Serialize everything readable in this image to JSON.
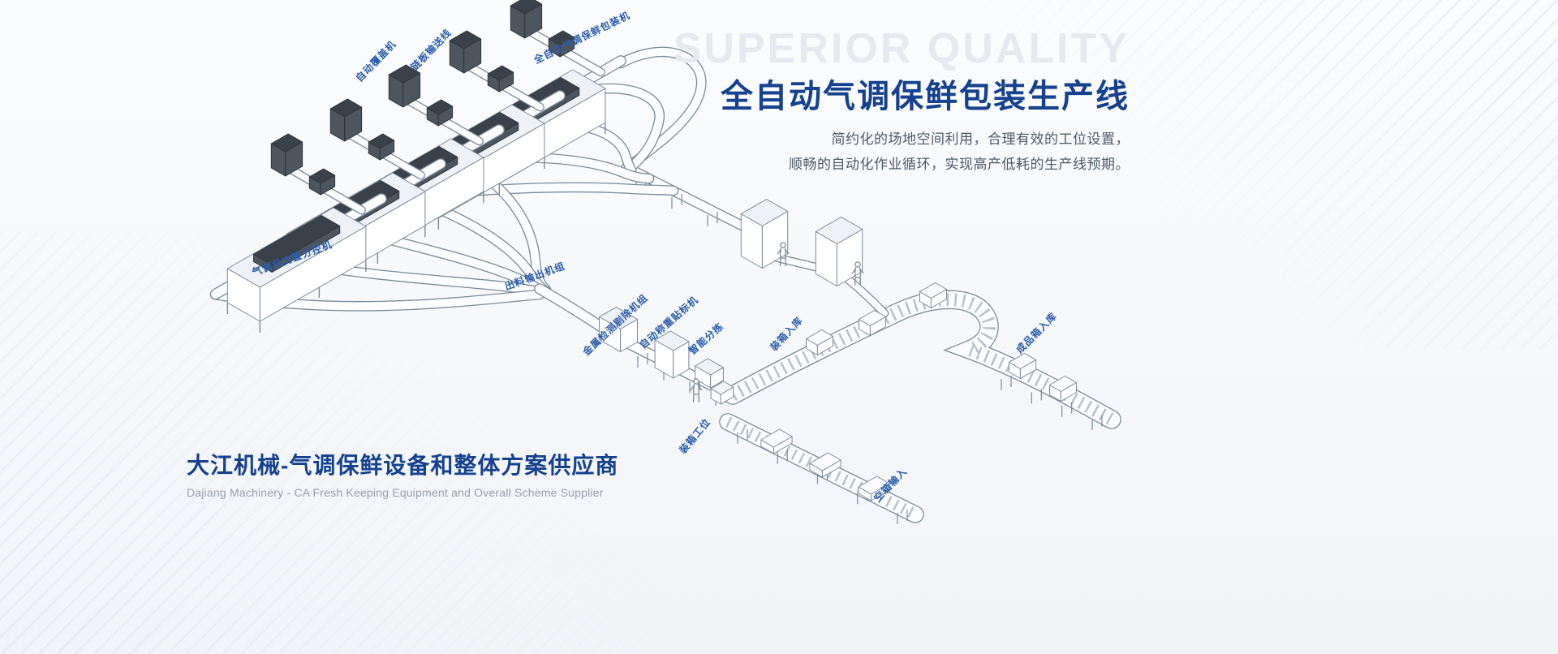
{
  "watermark": "SUPERIOR QUALITY",
  "hero": {
    "title": "全自动气调保鲜包装生产线",
    "subtitle_lines": [
      "简约化的场地空间利用，合理有效的工位设置，",
      "顺畅的自动化作业循环，实现高产低耗的生产线预期。"
    ]
  },
  "footer": {
    "title": "大江机械-气调保鲜设备和整体方案供应商",
    "subtitle_en": "Dajiang Machinery - CA Fresh Keeping Equipment and Overall Scheme Supplier"
  },
  "diagram": {
    "labels": [
      {
        "text": "自动覆盖机"
      },
      {
        "text": "链板输送线"
      },
      {
        "text": "全自动气调保鲜包装机"
      },
      {
        "text": "气调机内置分控机"
      },
      {
        "text": "出料输出机组"
      },
      {
        "text": "金属检测剔除机组"
      },
      {
        "text": "自动称重贴标机"
      },
      {
        "text": "智能分拣"
      },
      {
        "text": "装箱入库"
      },
      {
        "text": "成品箱入库"
      },
      {
        "text": "装箱工位"
      },
      {
        "text": "空箱输入"
      }
    ]
  },
  "colors": {
    "accent_navy": "#16418f",
    "label_blue": "#2a5cab",
    "line_gray": "#7c8a98",
    "watermark_gray": "#e6eaf0",
    "machine_dark": "#3a414a"
  }
}
